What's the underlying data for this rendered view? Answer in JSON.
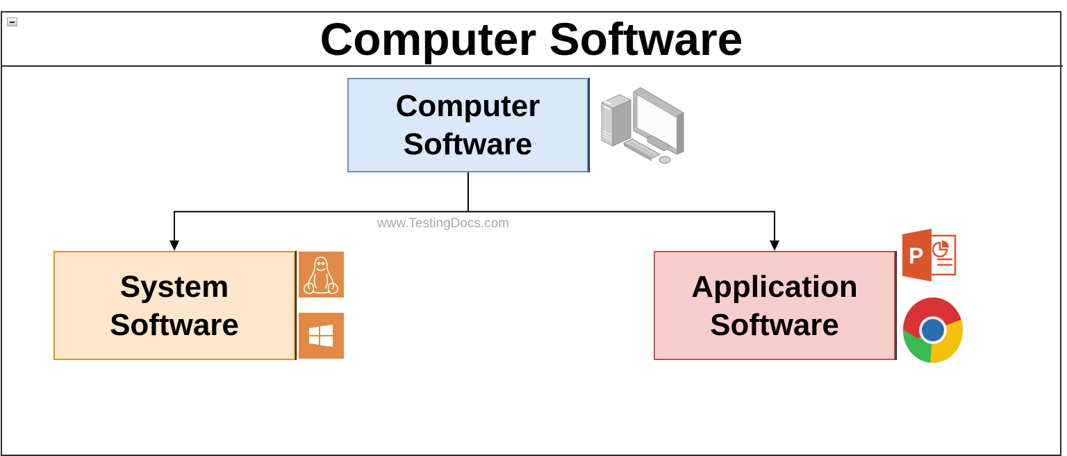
{
  "header": {
    "title": "Computer Software",
    "collapse_icon": "minus-square-icon"
  },
  "nodes": {
    "root": {
      "line1": "Computer",
      "line2": "Software",
      "fill": "#dae8fc",
      "stroke": "#6c8ebf",
      "icon": "desktop-computer-icon"
    },
    "system": {
      "line1": "System",
      "line2": "Software",
      "fill": "#ffe6cc",
      "stroke": "#d79b00",
      "icons": [
        "linux-tux-icon",
        "windows-logo-icon"
      ]
    },
    "application": {
      "line1": "Application",
      "line2": "Software",
      "fill": "#f8cecc",
      "stroke": "#b85450",
      "icons": [
        "powerpoint-icon",
        "chrome-icon"
      ]
    }
  },
  "edges": [
    {
      "from": "root",
      "to": "system"
    },
    {
      "from": "root",
      "to": "application"
    }
  ],
  "watermark": "www.TestingDocs.com",
  "colors": {
    "tile_orange": "#e08a45",
    "powerpoint_orange": "#d9562b",
    "chrome_red": "#db3236",
    "chrome_green": "#3cba54",
    "chrome_yellow": "#f4c20d",
    "chrome_blue": "#2a6fb0"
  }
}
